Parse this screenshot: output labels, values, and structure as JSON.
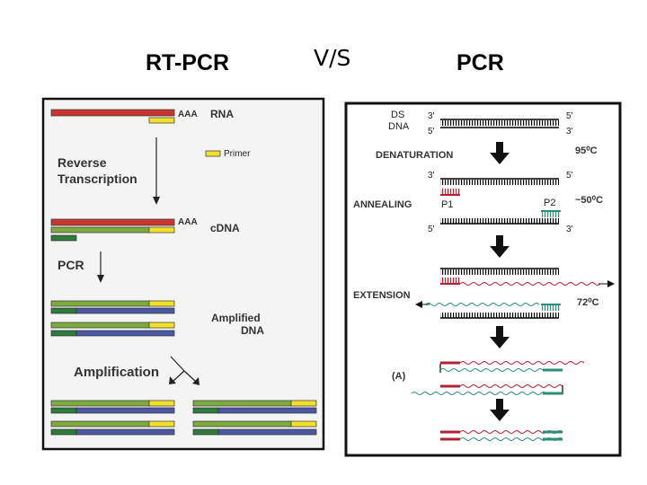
{
  "titles": {
    "left": "RT-PCR",
    "middle": "V/S",
    "right": "PCR"
  },
  "rtpcr": {
    "aaa": "AAA",
    "rna": "RNA",
    "primer": "Primer",
    "reverse": "Reverse",
    "transcription": "Transcription",
    "cdna": "cDNA",
    "pcr": "PCR",
    "amplified": "Amplified",
    "dna": "DNA",
    "amplification": "Amplification"
  },
  "pcr_panel": {
    "ds": "DS",
    "dna": "DNA",
    "three_prime": "3'",
    "five_prime": "5'",
    "denaturation": "DENATURATION",
    "temp95": "95⁰C",
    "annealing": "ANNEALING",
    "p1": "P1",
    "p2": "P2",
    "temp50": "~50⁰C",
    "extension": "EXTENSION",
    "temp72": "72⁰C",
    "a": "(A)"
  },
  "colors": {
    "red": "#c8362f",
    "yellow": "#f2e02a",
    "green": "#7dab3e",
    "darkgreen": "#2c7a3c",
    "blue": "#4b57a3",
    "pcr_red": "#b32232",
    "pcr_teal": "#2a8f77"
  },
  "icons": [
    "arrow-down-icon",
    "split-arrow-icon",
    "arrow-left-icon",
    "arrow-right-icon"
  ]
}
